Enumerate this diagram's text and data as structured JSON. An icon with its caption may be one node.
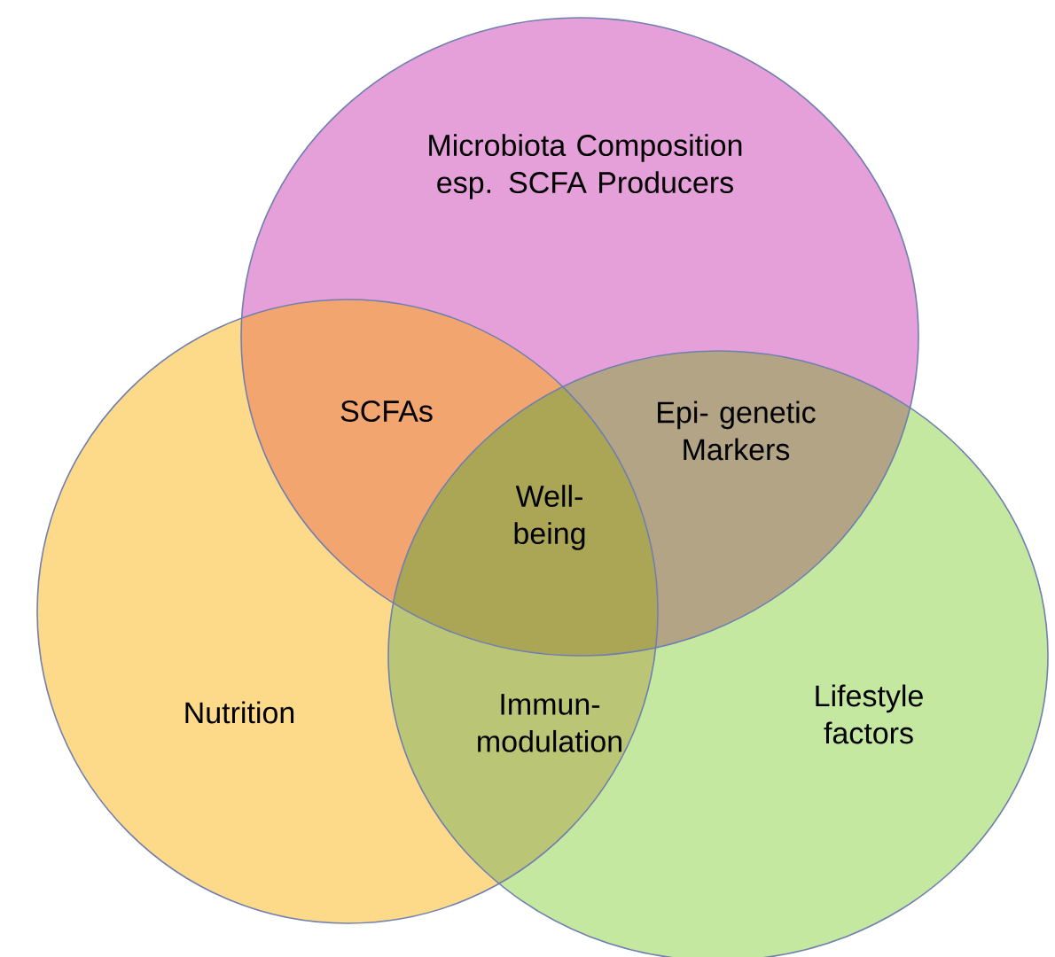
{
  "diagram": {
    "nodes": [
      {
        "text": [
          "Microbiota Composition esp. SCFA Producers"
        ]
      },
      {
        "text": [
          "Nutrition"
        ]
      },
      {
        "text": [
          "Lifestyle factors"
        ]
      }
    ],
    "labels": [
      "SCFAs",
      "Epi- genetic Markers",
      "Well- being",
      "Immun- modulation"
    ]
  }
}
